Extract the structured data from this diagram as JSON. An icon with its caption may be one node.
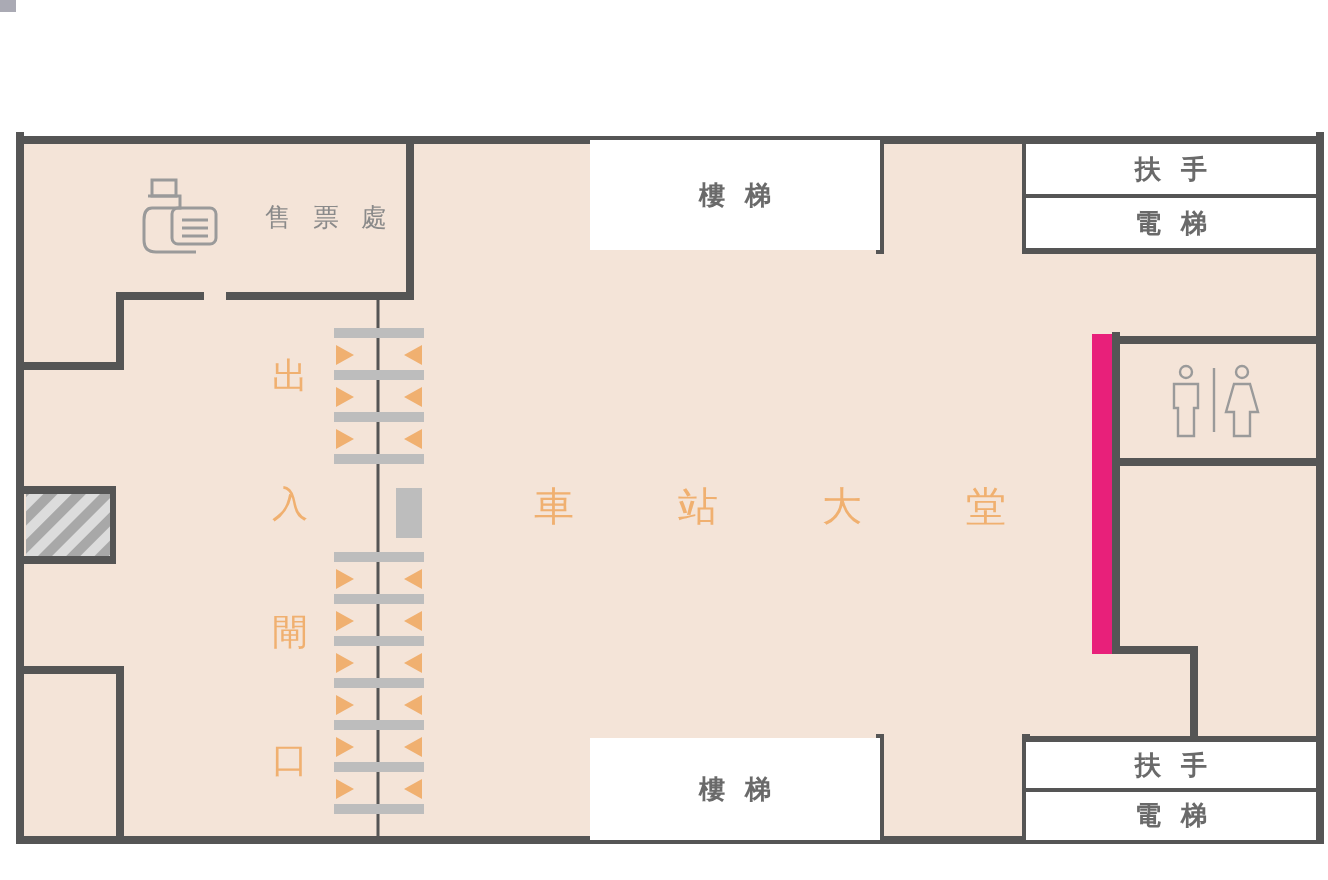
{
  "diagram": {
    "nodes": [
      {
        "text": [
          "售票處"
        ]
      },
      {
        "text": [
          "樓梯"
        ]
      },
      {
        "text": [
          "扶手"
        ]
      },
      {
        "text": [
          "電梯"
        ]
      },
      {
        "text": [
          "出入閘口"
        ]
      },
      {
        "text": [
          "車站大堂"
        ]
      },
      {
        "text": [
          "樓梯"
        ]
      },
      {
        "text": [
          "扶手"
        ]
      },
      {
        "text": [
          "電梯"
        ]
      }
    ]
  }
}
